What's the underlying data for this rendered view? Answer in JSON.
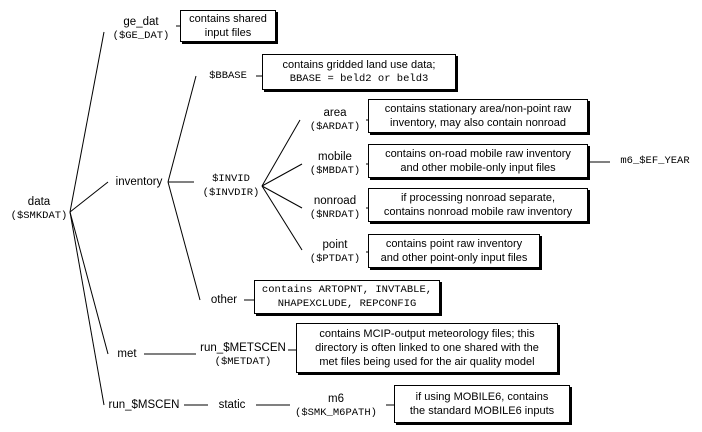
{
  "nodes": {
    "data": {
      "name": "data",
      "var": "($SMKDAT)"
    },
    "ge_dat": {
      "name": "ge_dat",
      "var": "($GE_DAT)"
    },
    "inventory": {
      "name": "inventory"
    },
    "met": {
      "name": "met"
    },
    "run_mscen": {
      "name": "run_$MSCEN"
    },
    "bbase": {
      "name": "$BBASE"
    },
    "invid": {
      "name": "$INVID",
      "var": "($INVDIR)"
    },
    "other": {
      "name": "other"
    },
    "area": {
      "name": "area",
      "var": "($ARDAT)"
    },
    "mobile": {
      "name": "mobile",
      "var": "($MBDAT)"
    },
    "nonroad": {
      "name": "nonroad",
      "var": "($NRDAT)"
    },
    "point": {
      "name": "point",
      "var": "($PTDAT)"
    },
    "ef_year": {
      "name": "m6_$EF_YEAR"
    },
    "run_metscen": {
      "name": "run_$METSCEN",
      "var": "($METDAT)"
    },
    "static": {
      "name": "static"
    },
    "m6": {
      "name": "m6",
      "var": "($SMK_M6PATH)"
    }
  },
  "boxes": {
    "ge_dat": [
      "contains shared",
      "input files"
    ],
    "bbase": [
      "contains gridded land use data;",
      "BBASE = beld2 or beld3"
    ],
    "area": [
      "contains stationary area/non-point raw",
      "inventory, may also contain nonroad"
    ],
    "mobile": [
      "contains on-road mobile raw inventory",
      "and other mobile-only input files"
    ],
    "nonroad": [
      "if processing nonroad separate,",
      "contains nonroad mobile raw inventory"
    ],
    "point": [
      "contains point raw inventory",
      "and other point-only input files"
    ],
    "other": [
      "contains ARTOPNT, INVTABLE,",
      "NHAPEXCLUDE, REPCONFIG"
    ],
    "met": [
      "contains MCIP-output meteorology files; this",
      "directory is often linked to one shared with the",
      "met files being used for the air quality model"
    ],
    "m6": [
      "if using MOBILE6, contains",
      "the standard MOBILE6 inputs"
    ]
  }
}
